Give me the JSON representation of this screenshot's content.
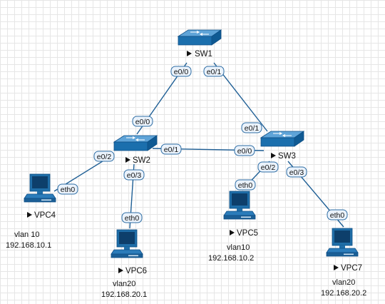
{
  "devices": {
    "sw1": {
      "label": "SW1"
    },
    "sw2": {
      "label": "SW2"
    },
    "sw3": {
      "label": "SW3"
    },
    "vpc4": {
      "label": "VPC4"
    },
    "vpc5": {
      "label": "VPC5"
    },
    "vpc6": {
      "label": "VPC6"
    },
    "vpc7": {
      "label": "VPC7"
    }
  },
  "annotations": {
    "vpc4": {
      "vlan": "vlan 10",
      "ip": "192.168.10.1"
    },
    "vpc5": {
      "vlan": "vlan10",
      "ip": "192.168.10.2"
    },
    "vpc6": {
      "vlan": "vlan20",
      "ip": "192.168.20.1"
    },
    "vpc7": {
      "vlan": "vlan20",
      "ip": "192.168.20.2"
    }
  },
  "ports": {
    "sw1_e00": "e0/0",
    "sw1_e01": "e0/1",
    "sw2_e00": "e0/0",
    "sw2_e01": "e0/1",
    "sw2_e02": "e0/2",
    "sw2_e03": "e0/3",
    "sw3_e00": "e0/0",
    "sw3_e01": "e0/1",
    "sw3_e02": "e0/2",
    "sw3_e03": "e0/3",
    "vpc4_eth0": "eth0",
    "vpc5_eth0": "eth0",
    "vpc6_eth0": "eth0",
    "vpc7_eth0": "eth0"
  },
  "colors": {
    "switch_face": "#1b6fad",
    "link": "#1f5f95",
    "port_border": "#2f6ea5",
    "port_fill": "#eaf2fb",
    "pc_body": "#1f6ea8"
  }
}
